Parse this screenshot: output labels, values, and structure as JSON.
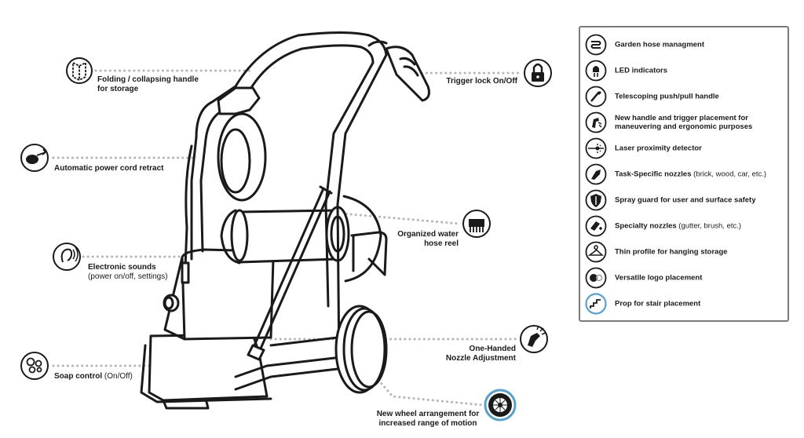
{
  "callouts": {
    "folding_handle": {
      "line1": "Folding / collapsing handle",
      "line2": "for storage",
      "icon": "folding-handle-icon"
    },
    "trigger_lock": {
      "line1": "Trigger lock On/Off",
      "icon": "padlock-icon"
    },
    "power_cord": {
      "line1": "Automatic power cord retract",
      "icon": "cord-retract-icon"
    },
    "hose_reel": {
      "line1": "Organized water",
      "line2": "hose reel",
      "icon": "hose-reel-icon"
    },
    "electronic_sounds": {
      "line1": "Electronic sounds",
      "line2": "(power on/off, settings)",
      "icon": "ear-sound-icon"
    },
    "nozzle_adjust": {
      "line1": "One-Handed",
      "line2": "Nozzle Adjustment",
      "icon": "hand-nozzle-icon"
    },
    "soap": {
      "line1": "Soap control",
      "line1_note": " (On/Off)",
      "icon": "soap-bubbles-icon"
    },
    "wheel": {
      "line1": "New wheel arrangement for",
      "line2": "increased range of motion",
      "icon": "wheel-icon"
    }
  },
  "legend": {
    "items": [
      {
        "label": "Garden hose managment",
        "note": "",
        "icon": "garden-hose-icon"
      },
      {
        "label": "LED indicators",
        "note": "",
        "icon": "led-icon"
      },
      {
        "label": "Telescoping push/pull handle",
        "note": "",
        "icon": "telescoping-handle-icon"
      },
      {
        "label": "New handle and trigger placement for",
        "label2": "maneuvering and ergonomic purposes",
        "note": "",
        "icon": "spray-gun-icon"
      },
      {
        "label": "Laser proximity detector",
        "note": "",
        "icon": "laser-icon"
      },
      {
        "label": "Task-Specific nozzles",
        "note": " (brick, wood, car, etc.)",
        "icon": "nozzle-icon"
      },
      {
        "label": "Spray guard for user and surface safety",
        "note": "",
        "icon": "shield-icon"
      },
      {
        "label": "Specialty nozzles",
        "note": " (gutter, brush, etc.)",
        "icon": "specialty-nozzle-icon"
      },
      {
        "label": "Thin profile for hanging storage",
        "note": "",
        "icon": "hanger-icon"
      },
      {
        "label": "Versatile logo placement",
        "note": "",
        "icon": "logo-icon"
      },
      {
        "label": "Prop for stair placement",
        "note": "",
        "icon": "stairs-icon"
      }
    ]
  },
  "colors": {
    "stroke": "#1a1a1a",
    "dots": "#b5b5b5",
    "legend_border": "#7a7a7a",
    "highlight_ring": "#5aa0c8"
  }
}
